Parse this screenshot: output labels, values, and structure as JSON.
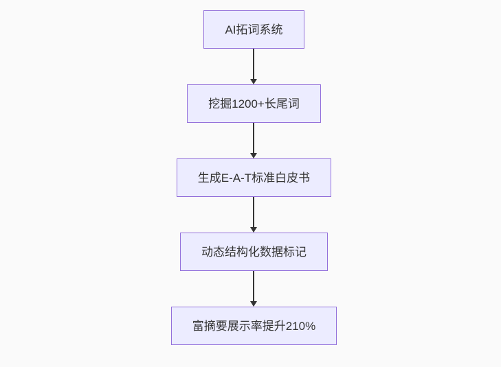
{
  "diagram": {
    "type": "flowchart",
    "direction": "top-down",
    "nodes": [
      {
        "id": "n1",
        "label": "AI拓词系统"
      },
      {
        "id": "n2",
        "label": "挖掘1200+长尾词"
      },
      {
        "id": "n3",
        "label": "生成E-A-T标准白皮书"
      },
      {
        "id": "n4",
        "label": "动态结构化数据标记"
      },
      {
        "id": "n5",
        "label": "富摘要展示率提升210%"
      }
    ],
    "edges": [
      {
        "from": "n1",
        "to": "n2",
        "style": "arrow-down"
      },
      {
        "from": "n2",
        "to": "n3",
        "style": "arrow-down"
      },
      {
        "from": "n3",
        "to": "n4",
        "style": "arrow-down"
      },
      {
        "from": "n4",
        "to": "n5",
        "style": "arrow-down"
      }
    ]
  },
  "theme": {
    "page_background": "#fafafa",
    "node_fill": "#ececff",
    "node_border": "#9370db",
    "node_text": "#333333",
    "arrow_color": "#333333"
  }
}
